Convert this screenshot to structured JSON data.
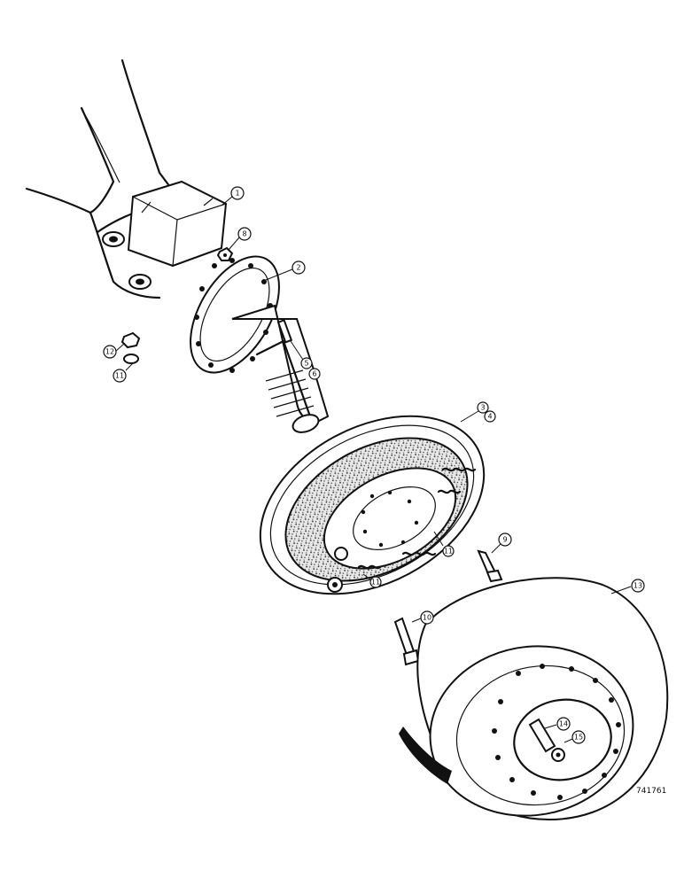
{
  "callouts": [
    {
      "id": "c1",
      "label": "1"
    },
    {
      "id": "c8",
      "label": "8"
    },
    {
      "id": "c2",
      "label": "2"
    },
    {
      "id": "c12",
      "label": "12"
    },
    {
      "id": "c11a",
      "label": "11"
    },
    {
      "id": "c5",
      "label": "5"
    },
    {
      "id": "c6",
      "label": "6"
    },
    {
      "id": "c3",
      "label": "3"
    },
    {
      "id": "c4",
      "label": "4"
    },
    {
      "id": "c9",
      "label": "9"
    },
    {
      "id": "c11b",
      "label": "11"
    },
    {
      "id": "c11c",
      "label": "11"
    },
    {
      "id": "c13",
      "label": "13"
    },
    {
      "id": "c10",
      "label": "10"
    },
    {
      "id": "c14",
      "label": "14"
    },
    {
      "id": "c15",
      "label": "15"
    }
  ],
  "drawing_number": "741761"
}
